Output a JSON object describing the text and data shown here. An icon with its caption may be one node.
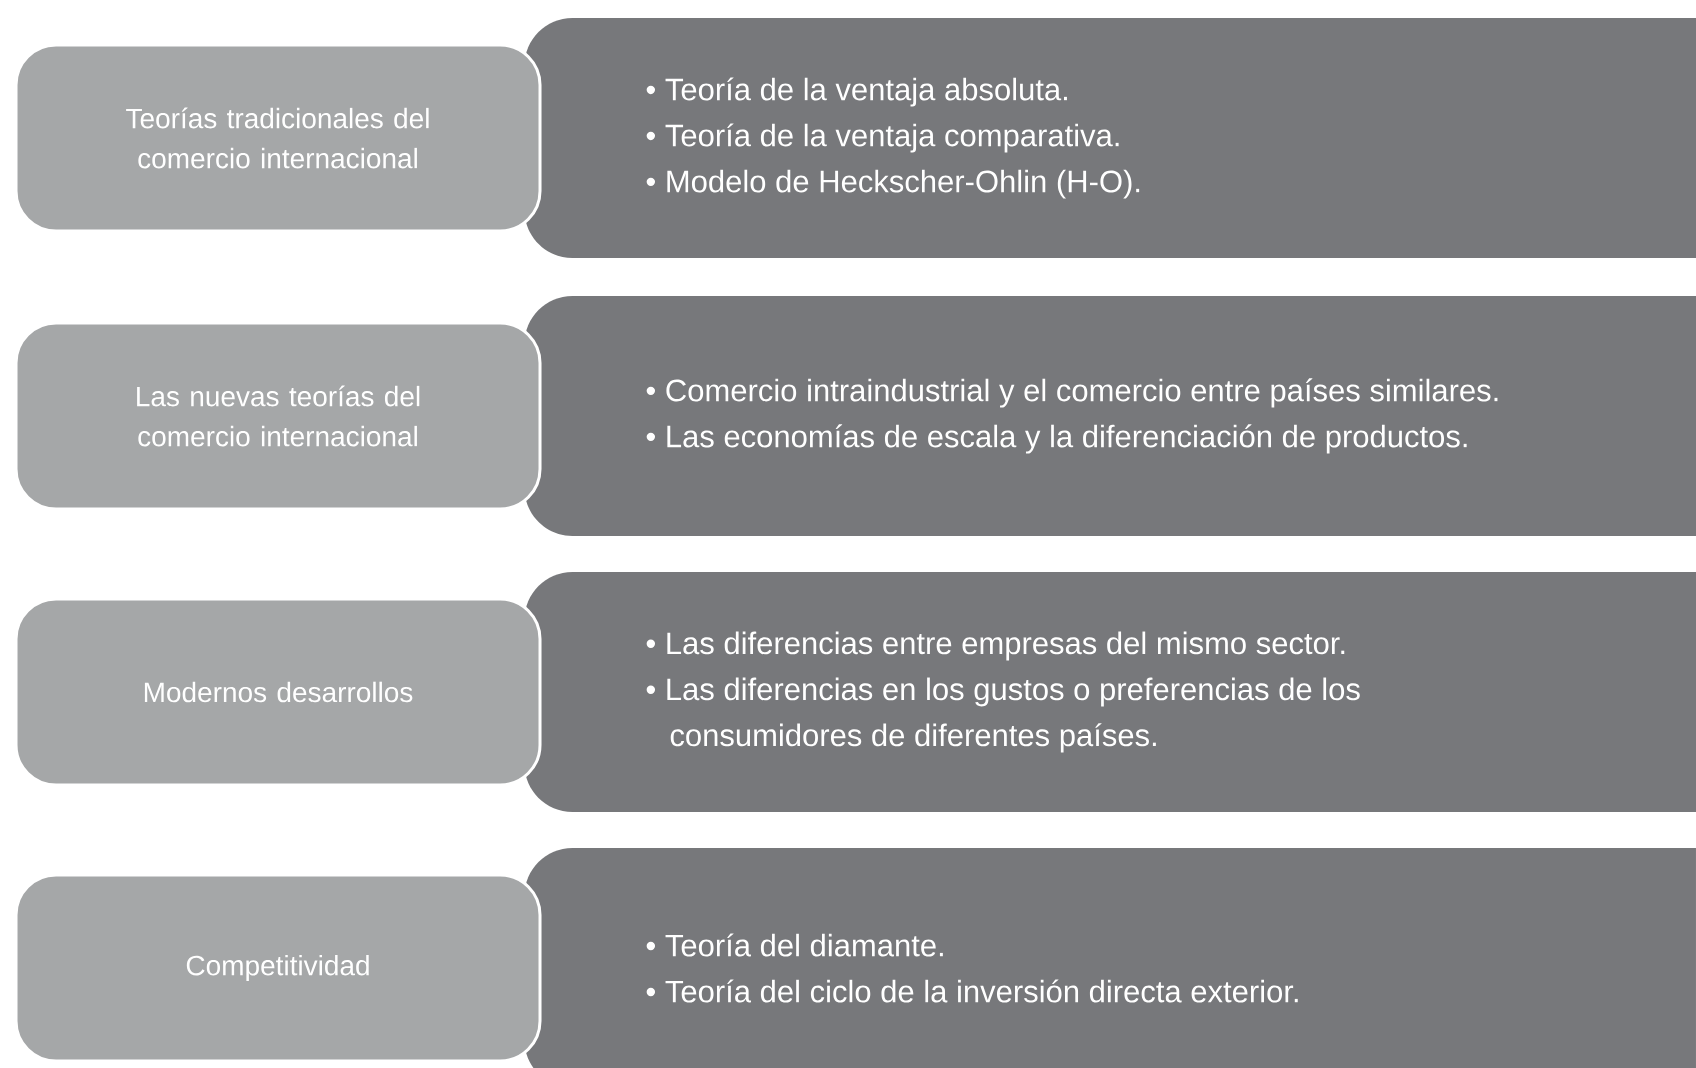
{
  "diagram": {
    "nodes": [
      {
        "text": [
          "Teorías tradicionales del comercio internacional"
        ]
      },
      {
        "text": [
          "• Teoría de la ventaja absoluta.",
          "• Teoría de la ventaja comparativa.",
          "• Modelo de Heckscher-Ohlin (H-O)."
        ]
      },
      {
        "text": [
          "Las nuevas teorías del comercio internacional"
        ]
      },
      {
        "text": [
          "• Comercio intraindustrial y el comercio entre países similares.",
          "• Las economías de escala y la diferenciación de productos."
        ]
      },
      {
        "text": [
          "Modernos desarrollos"
        ]
      },
      {
        "text": [
          "• Las diferencias entre empresas del mismo sector.",
          "• Las diferencias en los gustos o preferencias de los consumidores de diferentes países."
        ]
      },
      {
        "text": [
          "Competitividad"
        ]
      },
      {
        "text": [
          "• Teoría del diamante.",
          "• Teoría del ciclo de la inversión directa exterior."
        ]
      }
    ]
  }
}
